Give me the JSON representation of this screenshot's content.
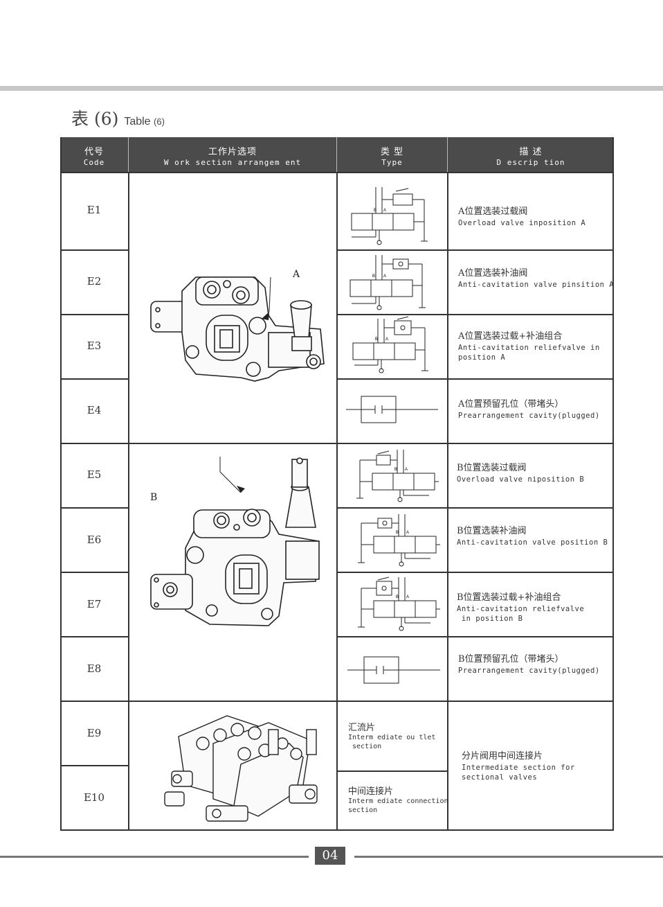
{
  "title": {
    "zh": "表 (6)",
    "en": "Table",
    "en_num": "(6)"
  },
  "headers": {
    "code": {
      "zh": "代号",
      "en": "Code"
    },
    "arrangement": {
      "zh": "工作片选项",
      "en": "W ork section arrangem ent"
    },
    "type": {
      "zh": "类  型",
      "en": "Type"
    },
    "description": {
      "zh": "描  述",
      "en": "D escrip tion"
    }
  },
  "rows": [
    {
      "code": "E1",
      "zh": "A位置选装过载阀",
      "en": "Overload valve inposition A"
    },
    {
      "code": "E2",
      "zh": "A位置选装补油阀",
      "en": "Anti-cavitation valve pinsition A"
    },
    {
      "code": "E3",
      "zh": "A位置选装过载+补油组合",
      "en": "Anti-cavitation reliefvalve in\nposition A"
    },
    {
      "code": "E4",
      "zh": "A位置预留孔位（带堵头）",
      "en": "Prearrangement cavity(plugged)"
    },
    {
      "code": "E5",
      "zh": "B位置选装过载阀",
      "en": "Overload valve niposition B"
    },
    {
      "code": "E6",
      "zh": "B位置选装补油阀",
      "en": "Anti-cavitation valve position B"
    },
    {
      "code": "E7",
      "zh": "B位置选装过载+补油组合",
      "en": "Anti-cavitation reliefvalve\n in position B"
    },
    {
      "code": "E8",
      "zh": "B位置预留孔位（带堵头）",
      "en": "Prearrangement cavity(plugged)"
    },
    {
      "code": "E9"
    },
    {
      "code": "E10"
    }
  ],
  "type_text": {
    "e9": {
      "zh": "汇流片",
      "en": "Interm ediate ou tlet\n section"
    },
    "e10": {
      "zh": "中间连接片",
      "en": "Interm ediate connection\nsection"
    }
  },
  "merged_desc": {
    "zh": "分片阀用中间连接片",
    "en": "Intermediate section for\nsectional valves"
  },
  "labels": {
    "a": "A",
    "b": "B"
  },
  "port_letters": {
    "a": "A",
    "b": "B"
  },
  "page_number": "04"
}
